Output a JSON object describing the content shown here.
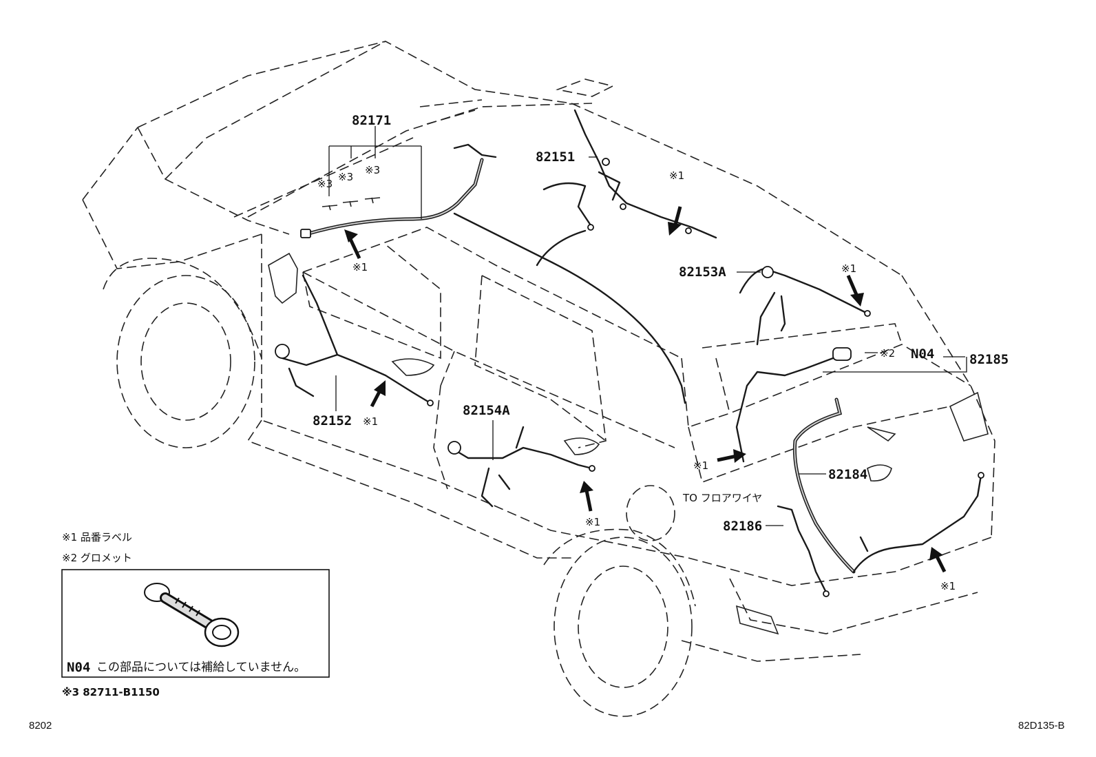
{
  "parts": {
    "p82171": "82171",
    "p82151": "82151",
    "p82153a": "82153A",
    "p82152": "82152",
    "p82154a": "82154A",
    "p82185": "82185",
    "p82184": "82184",
    "p82186": "82186",
    "n04": "N04"
  },
  "marks": {
    "m1": "※1",
    "m2": "※2",
    "m3": "※3"
  },
  "notes": {
    "floor_wire": "TO フロアワイヤ",
    "legend_1": "※1 品番ラベル",
    "legend_2": "※2 グロメット",
    "legend_3": "※3 82711-B1150",
    "n04_note_code": "N04",
    "n04_note_text": "この部品については補給していません。"
  },
  "footer": {
    "left_code": "8202",
    "right_code": "82D135-B"
  }
}
